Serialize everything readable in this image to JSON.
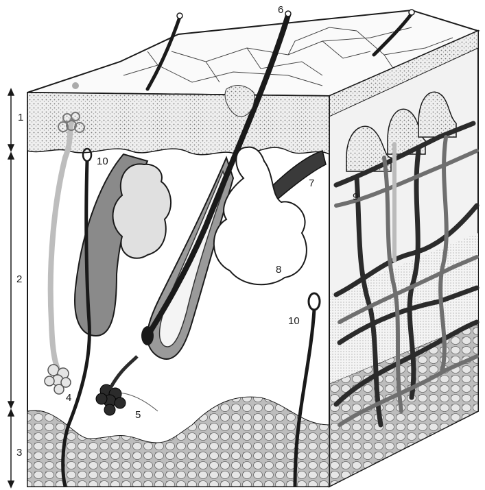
{
  "diagram": {
    "subject": "skin cross-section block",
    "labels": {
      "epidermis": "1",
      "dermis": "2",
      "hypodermis": "3",
      "eccrine_gland": "4",
      "apocrine_gland": "5",
      "hair": "6",
      "arrector_muscle": "7",
      "sebaceous_gland": "8",
      "vessels": "9",
      "receptor_left": "10",
      "receptor_right": "10"
    },
    "colors": {
      "ink": "#1a1a1a",
      "paper": "#ffffff",
      "stipple": "#d9d9d9",
      "gland_grey": "#8a8a8a",
      "gland_light": "#e8e8e8",
      "fat": "#c9c9c9",
      "vessel_dark": "#2b2b2b",
      "vessel_mid": "#6f6f6f"
    }
  }
}
